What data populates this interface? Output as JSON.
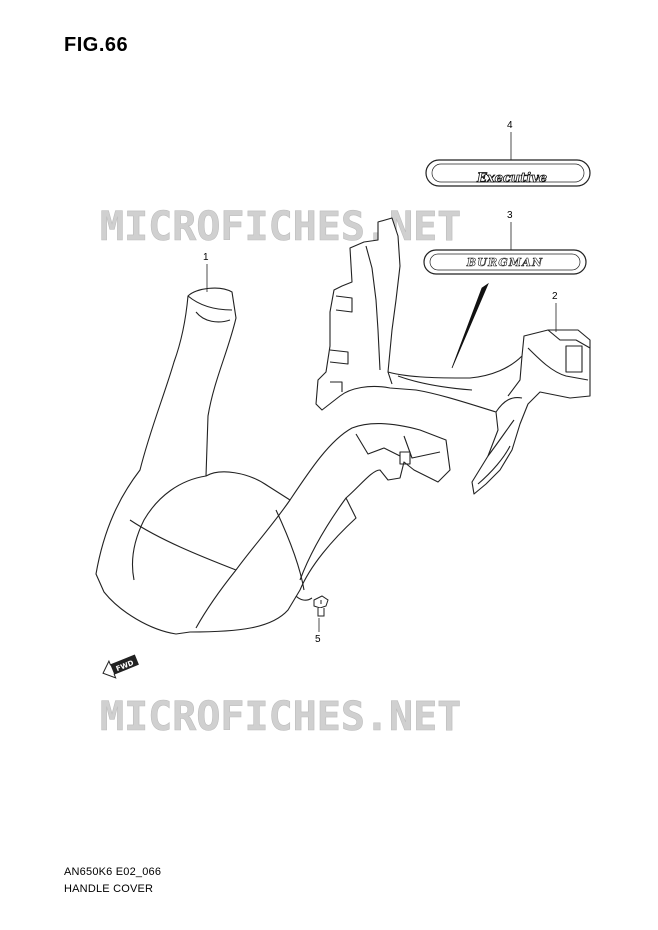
{
  "figure": {
    "title": "FIG.66",
    "model_code": "AN650K6 E02_066",
    "group_name": "HANDLE COVER"
  },
  "watermark": {
    "text": "MICROFICHES.NET",
    "color": "#c8c8c8"
  },
  "callouts": [
    {
      "number": "1",
      "part": "handle cover front"
    },
    {
      "number": "2",
      "part": "handle cover upper"
    },
    {
      "number": "3",
      "part": "emblem"
    },
    {
      "number": "4",
      "part": "emblem"
    },
    {
      "number": "5",
      "part": "clip"
    }
  ],
  "emblems": {
    "burgman": "BURGMAN",
    "executive": "Executive"
  },
  "direction_badge": "FWD",
  "colors": {
    "line": "#222222",
    "fill": "#ffffff"
  }
}
